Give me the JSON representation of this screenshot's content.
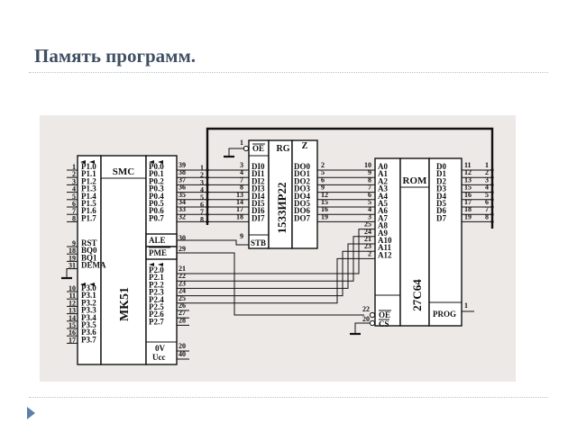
{
  "slide": {
    "title": "Память программ."
  },
  "mk51": {
    "name": "MK51",
    "header": "SMC",
    "p1": [
      "P1.0",
      "P1.1",
      "P1.2",
      "P1.3",
      "P1.4",
      "P1.5",
      "P1.6",
      "P1.7"
    ],
    "p1_nums": [
      "1",
      "2",
      "3",
      "4",
      "5",
      "6",
      "7",
      "8"
    ],
    "ctrl": [
      "RST",
      "BQ0",
      "BQ1",
      "DEMA"
    ],
    "ctrl_nums": [
      "9",
      "18",
      "19",
      "31"
    ],
    "p3": [
      "P3.0",
      "P3.1",
      "P3.2",
      "P3.3",
      "P3.4",
      "P3.5",
      "P3.6",
      "P3.7"
    ],
    "p3_nums": [
      "10",
      "11",
      "12",
      "13",
      "14",
      "15",
      "16",
      "17"
    ],
    "p0": [
      "P0.0",
      "P0.1",
      "P0.2",
      "P0.3",
      "P0.4",
      "P0.5",
      "P0.6",
      "P0.7"
    ],
    "p0_nums": [
      "39",
      "38",
      "37",
      "36",
      "35",
      "34",
      "33",
      "32"
    ],
    "ale": "ALE",
    "ale_num": "30",
    "pme": "PME",
    "pme_num": "29",
    "p2": [
      "P2.0",
      "P2.1",
      "P2.2",
      "P2.3",
      "P2.4",
      "P2.5",
      "P2.6",
      "P2.7"
    ],
    "p2_nums": [
      "21",
      "22",
      "23",
      "24",
      "25",
      "26",
      "27",
      "28"
    ],
    "ov": "0V",
    "ov_num": "20",
    "ucc": "Ucc",
    "ucc_num": "40",
    "bus_nums": [
      "1",
      "2",
      "3",
      "4",
      "5",
      "6",
      "7",
      "8"
    ]
  },
  "ir22": {
    "name": "1533ИР22",
    "rg": "RG",
    "z": "Z",
    "oe": "OE",
    "oe_num": "1",
    "stb": "STB",
    "stb_num": "9",
    "di": [
      "DI0",
      "DI1",
      "DI2",
      "DI3",
      "DI4",
      "DI5",
      "DI6",
      "DI7"
    ],
    "di_nums": [
      "3",
      "4",
      "7",
      "8",
      "13",
      "14",
      "17",
      "18"
    ],
    "do": [
      "DO0",
      "DO1",
      "DO2",
      "DO3",
      "DO4",
      "DO5",
      "DO6",
      "DO7"
    ],
    "do_nums": [
      "2",
      "5",
      "6",
      "9",
      "12",
      "15",
      "16",
      "19"
    ]
  },
  "rom": {
    "name": "27C64",
    "header": "ROM",
    "a": [
      "A0",
      "A1",
      "A2",
      "A3",
      "A4",
      "A5",
      "A6",
      "A7",
      "A8",
      "A9",
      "A10",
      "A11",
      "A12"
    ],
    "a_nums": [
      "10",
      "9",
      "8",
      "7",
      "6",
      "5",
      "4",
      "3",
      "25",
      "24",
      "21",
      "23",
      "2"
    ],
    "d": [
      "D0",
      "D1",
      "D2",
      "D3",
      "D4",
      "D5",
      "D6",
      "D7"
    ],
    "d_nums": [
      "11",
      "12",
      "13",
      "15",
      "16",
      "17",
      "18",
      "19"
    ],
    "bus_nums": [
      "1",
      "2",
      "3",
      "4",
      "5",
      "6",
      "7",
      "8"
    ],
    "oe": "OE",
    "oe_num": "22",
    "cs": "CS",
    "cs_num": "20",
    "prog": "PROG",
    "prog_num": "1"
  }
}
